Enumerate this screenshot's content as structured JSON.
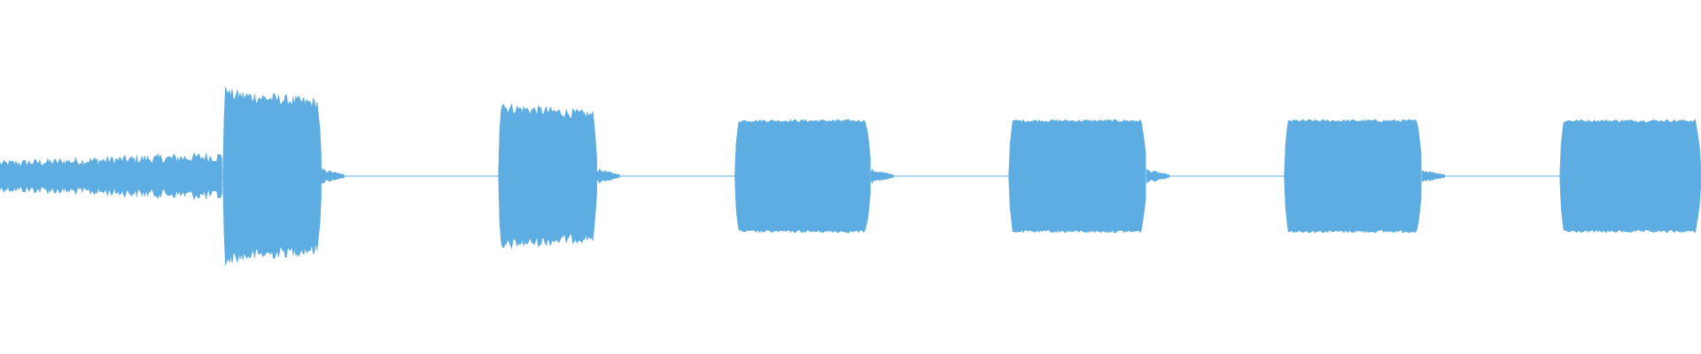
{
  "waveform": {
    "color": "#5dade2",
    "background": "#ffffff",
    "amplitude_scale": 1.0,
    "segments": [
      {
        "kind": "buzz",
        "start": 0.0,
        "end": 0.131,
        "amp_start": 0.045,
        "amp_end": 0.07
      },
      {
        "kind": "burst",
        "start": 0.131,
        "end": 0.189,
        "amp": 0.25,
        "spiky": true
      },
      {
        "kind": "tail",
        "start": 0.189,
        "end": 0.203,
        "amp": 0.02
      },
      {
        "kind": "burst",
        "start": 0.293,
        "end": 0.351,
        "amp": 0.21,
        "spiky": true
      },
      {
        "kind": "tail",
        "start": 0.351,
        "end": 0.365,
        "amp": 0.02
      },
      {
        "kind": "burst",
        "start": 0.432,
        "end": 0.512,
        "amp": 0.16,
        "spiky": false
      },
      {
        "kind": "tail",
        "start": 0.512,
        "end": 0.526,
        "amp": 0.018
      },
      {
        "kind": "burst",
        "start": 0.593,
        "end": 0.674,
        "amp": 0.16,
        "spiky": false
      },
      {
        "kind": "tail",
        "start": 0.674,
        "end": 0.688,
        "amp": 0.018
      },
      {
        "kind": "burst",
        "start": 0.755,
        "end": 0.836,
        "amp": 0.16,
        "spiky": false
      },
      {
        "kind": "tail",
        "start": 0.836,
        "end": 0.85,
        "amp": 0.018
      },
      {
        "kind": "burst",
        "start": 0.917,
        "end": 1.0,
        "amp": 0.16,
        "spiky": false
      }
    ]
  }
}
